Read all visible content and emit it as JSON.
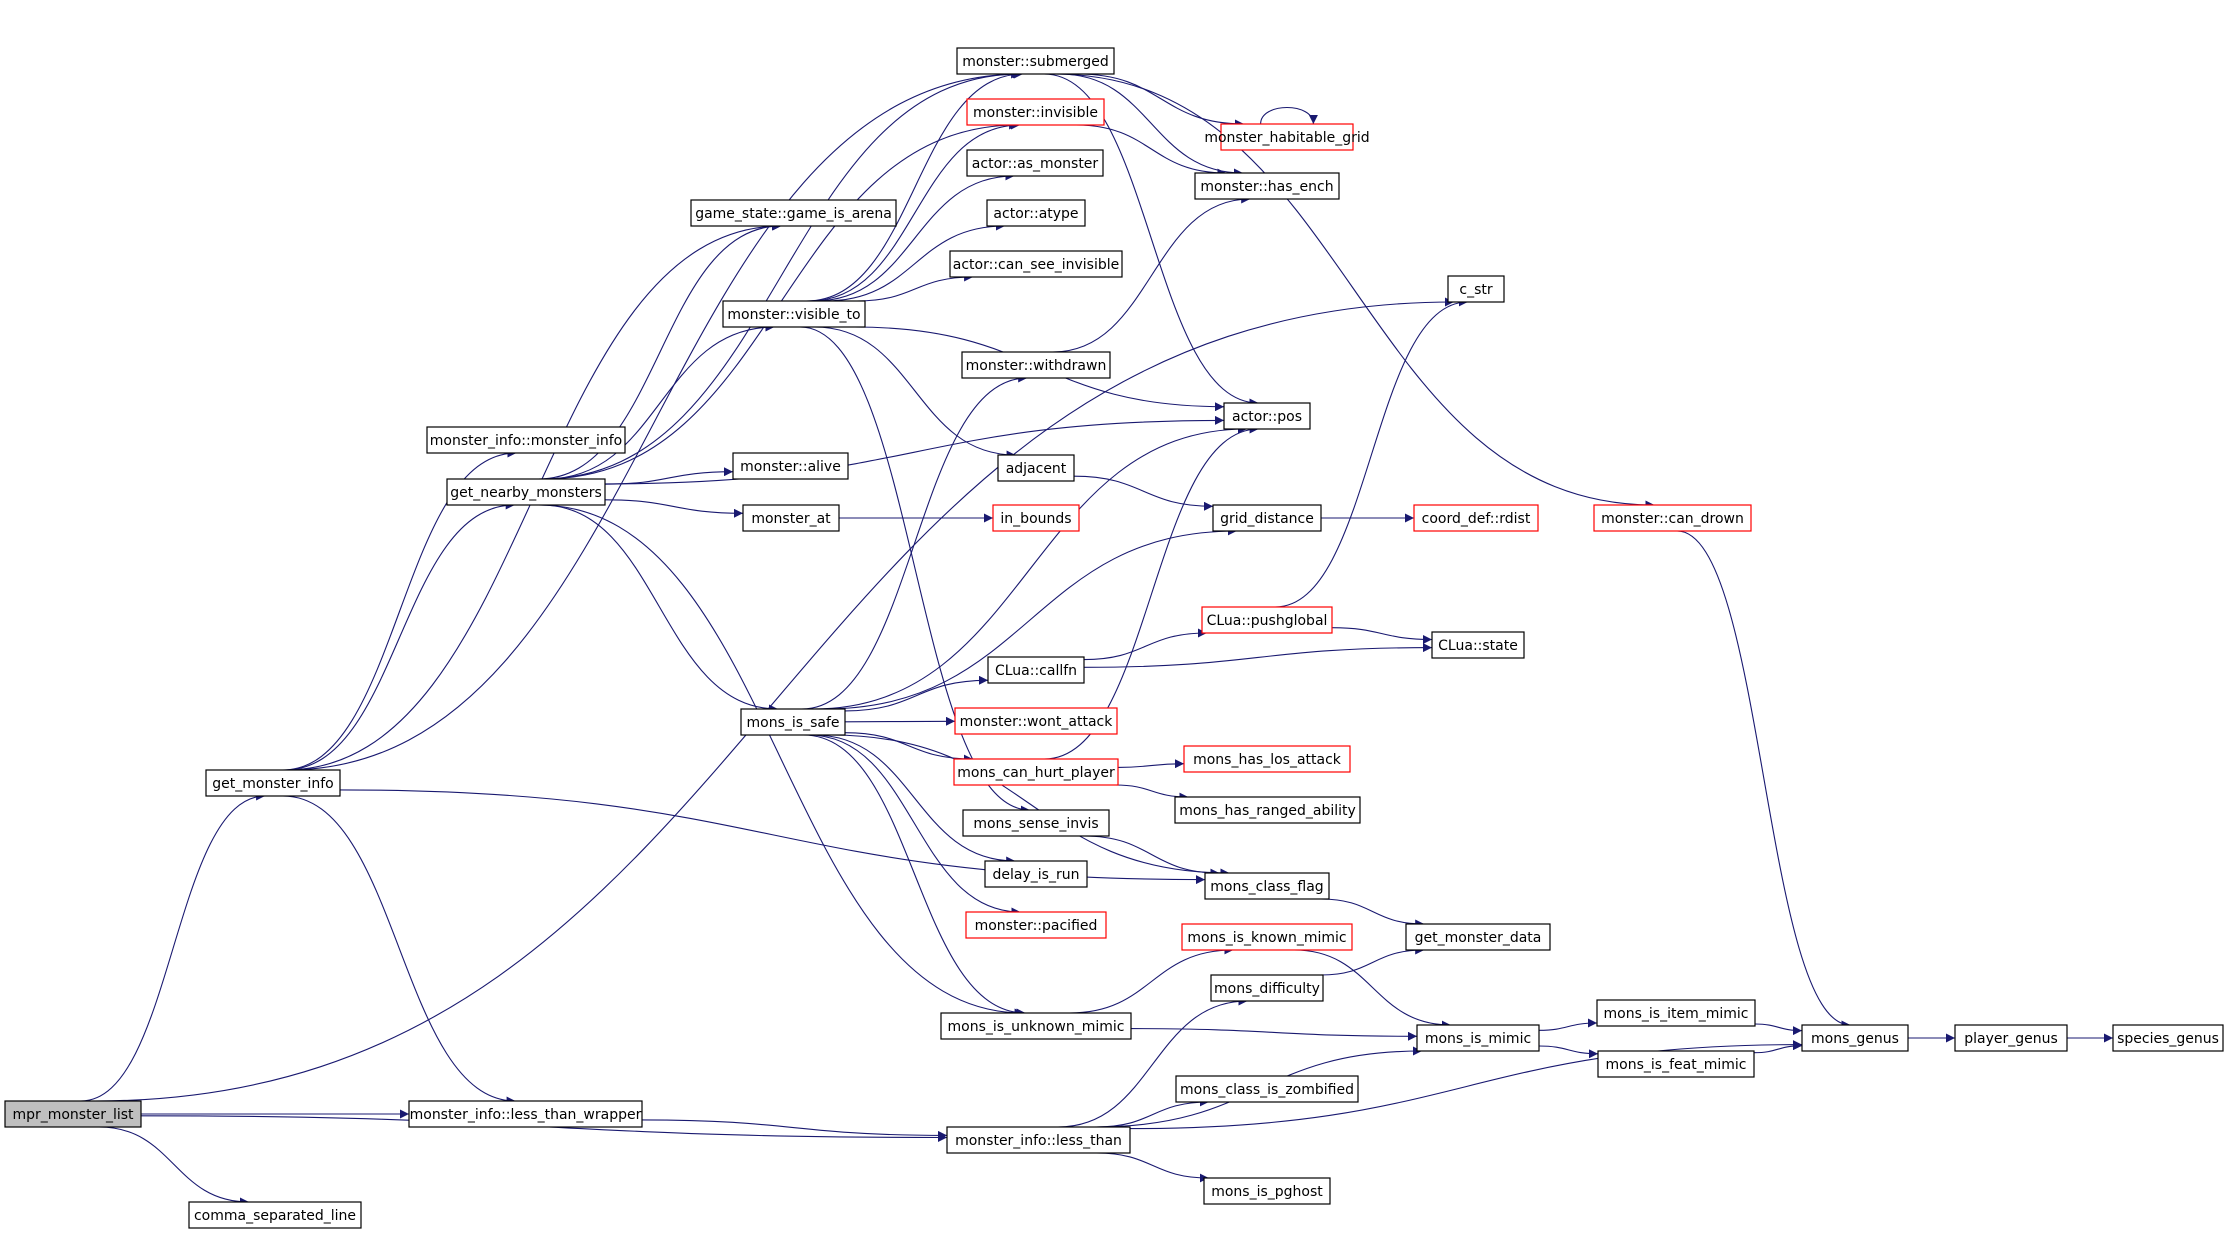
{
  "colors": {
    "edge": "#191970",
    "node_border": "#000000",
    "node_border_incomplete": "#ff0000",
    "root_fill": "#bfbfbf",
    "node_fill": "#ffffff",
    "text": "#000000"
  },
  "nodes": [
    {
      "id": "mpr_monster_list",
      "label": "mpr_monster_list",
      "style": "root"
    },
    {
      "id": "get_monster_info",
      "label": "get_monster_info",
      "style": "normal"
    },
    {
      "id": "monster_info_ltw",
      "label": "monster_info::less_than_wrapper",
      "style": "normal"
    },
    {
      "id": "comma_separated_line",
      "label": "comma_separated_line",
      "style": "normal"
    },
    {
      "id": "monster_info_less_than",
      "label": "monster_info::less_than",
      "style": "normal"
    },
    {
      "id": "game_is_arena",
      "label": "game_state::game_is_arena",
      "style": "normal"
    },
    {
      "id": "monster_info_ctor",
      "label": "monster_info::monster_info",
      "style": "normal"
    },
    {
      "id": "get_nearby_monsters",
      "label": "get_nearby_monsters",
      "style": "normal"
    },
    {
      "id": "monster_visible_to",
      "label": "monster::visible_to",
      "style": "normal"
    },
    {
      "id": "monster_alive",
      "label": "monster::alive",
      "style": "normal"
    },
    {
      "id": "monster_at",
      "label": "monster_at",
      "style": "normal"
    },
    {
      "id": "mons_is_safe",
      "label": "mons_is_safe",
      "style": "normal"
    },
    {
      "id": "monster_submerged",
      "label": "monster::submerged",
      "style": "normal"
    },
    {
      "id": "monster_invisible",
      "label": "monster::invisible",
      "style": "incomplete"
    },
    {
      "id": "actor_as_monster",
      "label": "actor::as_monster",
      "style": "normal"
    },
    {
      "id": "actor_atype",
      "label": "actor::atype",
      "style": "normal"
    },
    {
      "id": "actor_can_see_invisible",
      "label": "actor::can_see_invisible",
      "style": "normal"
    },
    {
      "id": "monster_withdrawn",
      "label": "monster::withdrawn",
      "style": "normal"
    },
    {
      "id": "adjacent",
      "label": "adjacent",
      "style": "normal"
    },
    {
      "id": "in_bounds",
      "label": "in_bounds",
      "style": "incomplete"
    },
    {
      "id": "clua_callfn",
      "label": "CLua::callfn",
      "style": "normal"
    },
    {
      "id": "monster_wont_attack",
      "label": "monster::wont_attack",
      "style": "incomplete"
    },
    {
      "id": "mons_can_hurt_player",
      "label": "mons_can_hurt_player",
      "style": "incomplete"
    },
    {
      "id": "mons_sense_invis",
      "label": "mons_sense_invis",
      "style": "normal"
    },
    {
      "id": "delay_is_run",
      "label": "delay_is_run",
      "style": "normal"
    },
    {
      "id": "monster_pacified",
      "label": "monster::pacified",
      "style": "incomplete"
    },
    {
      "id": "mons_is_unknown_mimic",
      "label": "mons_is_unknown_mimic",
      "style": "normal"
    },
    {
      "id": "monster_habitable_grid",
      "label": "monster_habitable_grid",
      "style": "incomplete"
    },
    {
      "id": "monster_has_ench",
      "label": "monster::has_ench",
      "style": "normal"
    },
    {
      "id": "actor_pos",
      "label": "actor::pos",
      "style": "normal"
    },
    {
      "id": "grid_distance",
      "label": "grid_distance",
      "style": "normal"
    },
    {
      "id": "clua_pushglobal",
      "label": "CLua::pushglobal",
      "style": "incomplete"
    },
    {
      "id": "mons_has_los_attack",
      "label": "mons_has_los_attack",
      "style": "incomplete"
    },
    {
      "id": "mons_has_ranged_ability",
      "label": "mons_has_ranged_ability",
      "style": "normal"
    },
    {
      "id": "mons_class_flag",
      "label": "mons_class_flag",
      "style": "normal"
    },
    {
      "id": "mons_is_known_mimic",
      "label": "mons_is_known_mimic",
      "style": "incomplete"
    },
    {
      "id": "mons_difficulty",
      "label": "mons_difficulty",
      "style": "normal"
    },
    {
      "id": "mons_class_is_zombified",
      "label": "mons_class_is_zombified",
      "style": "normal"
    },
    {
      "id": "mons_is_pghost",
      "label": "mons_is_pghost",
      "style": "normal"
    },
    {
      "id": "c_str",
      "label": "c_str",
      "style": "normal"
    },
    {
      "id": "coord_def_rdist",
      "label": "coord_def::rdist",
      "style": "incomplete"
    },
    {
      "id": "clua_state",
      "label": "CLua::state",
      "style": "normal"
    },
    {
      "id": "get_monster_data",
      "label": "get_monster_data",
      "style": "normal"
    },
    {
      "id": "mons_is_mimic",
      "label": "mons_is_mimic",
      "style": "normal"
    },
    {
      "id": "mons_is_item_mimic",
      "label": "mons_is_item_mimic",
      "style": "normal"
    },
    {
      "id": "mons_is_feat_mimic",
      "label": "mons_is_feat_mimic",
      "style": "normal"
    },
    {
      "id": "monster_can_drown",
      "label": "monster::can_drown",
      "style": "incomplete"
    },
    {
      "id": "mons_genus",
      "label": "mons_genus",
      "style": "normal"
    },
    {
      "id": "player_genus",
      "label": "player_genus",
      "style": "normal"
    },
    {
      "id": "species_genus",
      "label": "species_genus",
      "style": "normal"
    }
  ],
  "edges": [
    [
      "mpr_monster_list",
      "get_monster_info"
    ],
    [
      "mpr_monster_list",
      "monster_info_ltw"
    ],
    [
      "mpr_monster_list",
      "monster_info_less_than"
    ],
    [
      "mpr_monster_list",
      "comma_separated_line"
    ],
    [
      "mpr_monster_list",
      "c_str"
    ],
    [
      "get_monster_info",
      "game_is_arena"
    ],
    [
      "get_monster_info",
      "monster_info_ctor"
    ],
    [
      "get_monster_info",
      "get_nearby_monsters"
    ],
    [
      "get_monster_info",
      "monster_info_ltw"
    ],
    [
      "get_monster_info",
      "mons_class_flag"
    ],
    [
      "get_monster_info",
      "monster_submerged"
    ],
    [
      "monster_info_ltw",
      "monster_info_less_than"
    ],
    [
      "get_nearby_monsters",
      "game_is_arena"
    ],
    [
      "get_nearby_monsters",
      "monster_visible_to"
    ],
    [
      "get_nearby_monsters",
      "monster_alive"
    ],
    [
      "get_nearby_monsters",
      "monster_at"
    ],
    [
      "get_nearby_monsters",
      "mons_is_safe"
    ],
    [
      "get_nearby_monsters",
      "actor_pos"
    ],
    [
      "get_nearby_monsters",
      "mons_is_unknown_mimic"
    ],
    [
      "get_nearby_monsters",
      "monster_submerged"
    ],
    [
      "get_nearby_monsters",
      "monster_invisible"
    ],
    [
      "monster_visible_to",
      "monster_submerged"
    ],
    [
      "monster_visible_to",
      "monster_invisible"
    ],
    [
      "monster_visible_to",
      "actor_as_monster"
    ],
    [
      "monster_visible_to",
      "actor_atype"
    ],
    [
      "monster_visible_to",
      "actor_can_see_invisible"
    ],
    [
      "monster_visible_to",
      "actor_pos"
    ],
    [
      "monster_visible_to",
      "adjacent"
    ],
    [
      "monster_visible_to",
      "mons_sense_invis"
    ],
    [
      "monster_submerged",
      "monster_habitable_grid"
    ],
    [
      "monster_submerged",
      "monster_has_ench"
    ],
    [
      "monster_submerged",
      "actor_pos"
    ],
    [
      "monster_submerged",
      "monster_can_drown"
    ],
    [
      "monster_habitable_grid",
      "monster_habitable_grid"
    ],
    [
      "monster_invisible",
      "monster_has_ench"
    ],
    [
      "monster_withdrawn",
      "monster_has_ench"
    ],
    [
      "monster_at",
      "in_bounds"
    ],
    [
      "adjacent",
      "grid_distance"
    ],
    [
      "grid_distance",
      "coord_def_rdist"
    ],
    [
      "mons_is_safe",
      "monster_withdrawn"
    ],
    [
      "mons_is_safe",
      "actor_pos"
    ],
    [
      "mons_is_safe",
      "grid_distance"
    ],
    [
      "mons_is_safe",
      "clua_callfn"
    ],
    [
      "mons_is_safe",
      "monster_wont_attack"
    ],
    [
      "mons_is_safe",
      "mons_can_hurt_player"
    ],
    [
      "mons_is_safe",
      "delay_is_run"
    ],
    [
      "mons_is_safe",
      "monster_pacified"
    ],
    [
      "mons_is_safe",
      "mons_is_unknown_mimic"
    ],
    [
      "mons_is_safe",
      "mons_class_flag"
    ],
    [
      "clua_callfn",
      "clua_pushglobal"
    ],
    [
      "clua_callfn",
      "clua_state"
    ],
    [
      "clua_pushglobal",
      "clua_state"
    ],
    [
      "clua_pushglobal",
      "c_str"
    ],
    [
      "mons_can_hurt_player",
      "mons_has_los_attack"
    ],
    [
      "mons_can_hurt_player",
      "mons_has_ranged_ability"
    ],
    [
      "mons_can_hurt_player",
      "actor_pos"
    ],
    [
      "mons_sense_invis",
      "mons_class_flag"
    ],
    [
      "mons_class_flag",
      "get_monster_data"
    ],
    [
      "mons_is_unknown_mimic",
      "mons_is_known_mimic"
    ],
    [
      "mons_is_unknown_mimic",
      "mons_is_mimic"
    ],
    [
      "mons_is_known_mimic",
      "mons_is_mimic"
    ],
    [
      "mons_difficulty",
      "get_monster_data"
    ],
    [
      "mons_is_mimic",
      "mons_is_item_mimic"
    ],
    [
      "mons_is_mimic",
      "mons_is_feat_mimic"
    ],
    [
      "mons_is_item_mimic",
      "mons_genus"
    ],
    [
      "mons_is_feat_mimic",
      "mons_genus"
    ],
    [
      "mons_genus",
      "player_genus"
    ],
    [
      "player_genus",
      "species_genus"
    ],
    [
      "monster_can_drown",
      "mons_genus"
    ],
    [
      "monster_info_less_than",
      "mons_difficulty"
    ],
    [
      "monster_info_less_than",
      "mons_class_is_zombified"
    ],
    [
      "monster_info_less_than",
      "mons_is_mimic"
    ],
    [
      "monster_info_less_than",
      "mons_is_pghost"
    ],
    [
      "monster_info_less_than",
      "mons_genus"
    ]
  ]
}
